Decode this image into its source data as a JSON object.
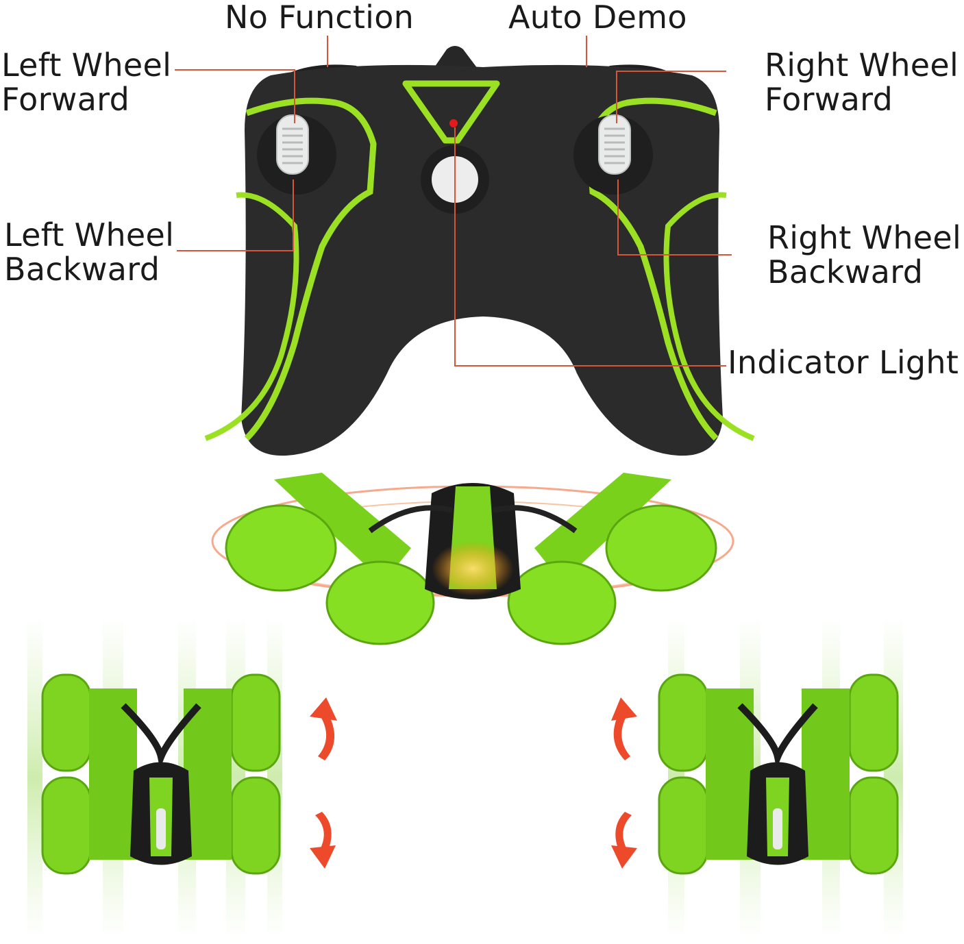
{
  "labels": {
    "no_function": "No Function",
    "auto_demo": "Auto Demo",
    "left_forward": [
      "Left Wheel",
      "Forward"
    ],
    "right_forward": [
      "Right Wheel",
      "Forward"
    ],
    "left_backward": [
      "Left Wheel",
      "Backward"
    ],
    "right_backward": [
      "Right Wheel",
      "Backward"
    ],
    "indicator": "Indicator Light"
  },
  "colors": {
    "controller_body": "#2a2b2a",
    "accent_green": "#9be022",
    "car_green": "#7fd321",
    "leader_line": "#d9553a",
    "arrow": "#ec4a2a",
    "indicator_red": "#e11b1b"
  }
}
